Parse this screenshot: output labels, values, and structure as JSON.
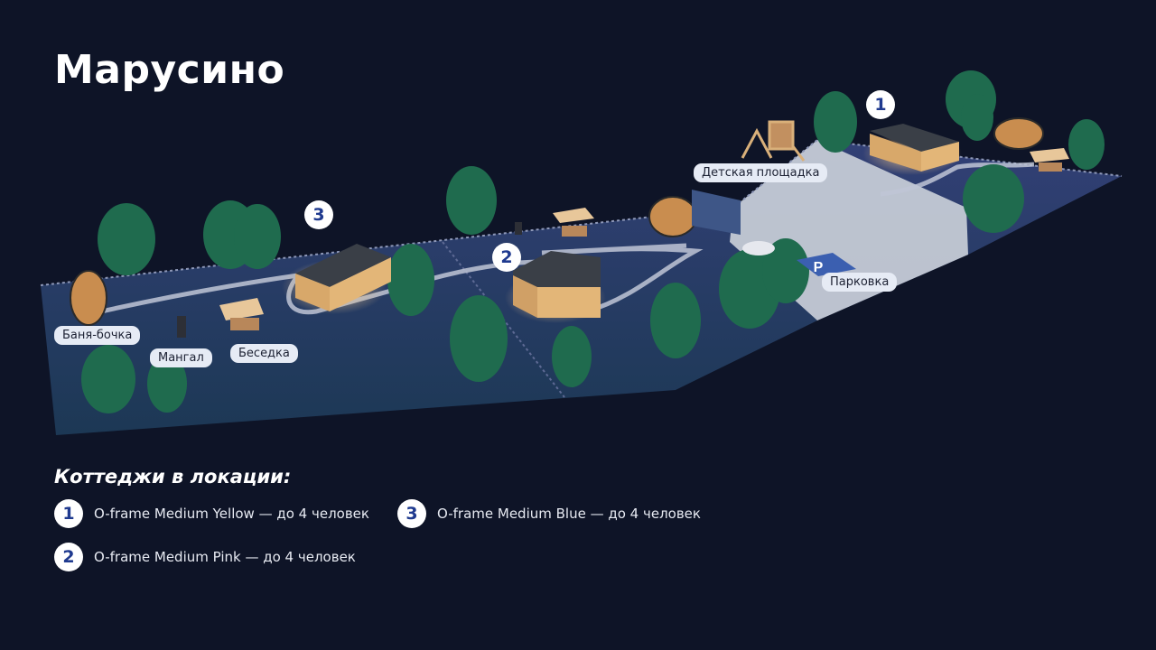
{
  "title": "Марусино",
  "map": {
    "labels": {
      "banya": "Баня-бочка",
      "mangal": "Мангал",
      "besedka": "Беседка",
      "playground": "Детская площадка",
      "parking": "Парковка",
      "parking_sign": "P"
    },
    "markers": {
      "cottage1": "1",
      "cottage2": "2",
      "cottage3": "3"
    }
  },
  "legend": {
    "title": "Коттеджи в локации:",
    "items": [
      {
        "number": "1",
        "text": "O-frame Medium Yellow — до 4 человек"
      },
      {
        "number": "2",
        "text": "O-frame Medium Pink — до 4 человек"
      },
      {
        "number": "3",
        "text": "O-frame Medium Blue — до 4 человек"
      }
    ]
  },
  "colors": {
    "background": "#0e1427",
    "ground": "#2c3a6b",
    "path": "#bfc6d6",
    "parking_area": "#c9ced8",
    "tree": "#1f6b4e",
    "cottage_glow": "#e8b879",
    "marker_number": "#1f3a8f"
  },
  "icons": {
    "parking": "parking-icon",
    "tree": "tree-icon",
    "cottage": "cottage-icon",
    "barrel_sauna": "barrel-sauna-icon",
    "gazebo": "gazebo-icon",
    "grill": "grill-icon",
    "playground": "playground-icon",
    "car": "car-icon"
  }
}
